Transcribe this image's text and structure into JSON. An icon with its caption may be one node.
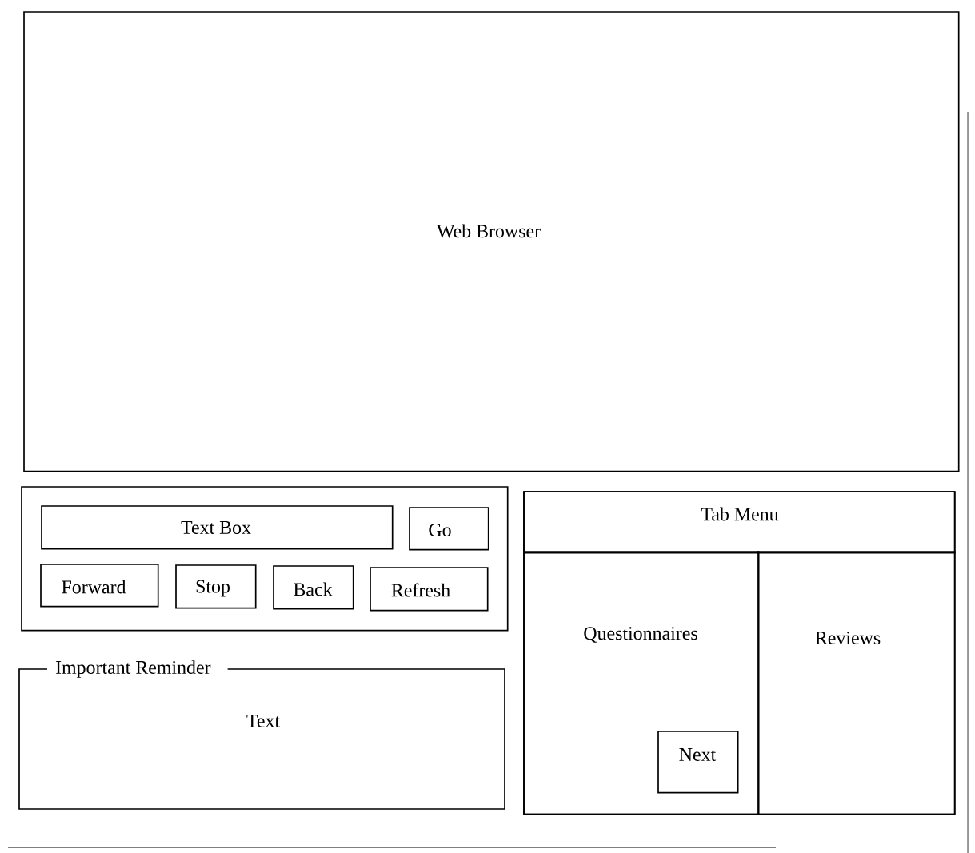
{
  "diagram": {
    "nodes": [
      {
        "text": [
          "Web Browser"
        ]
      },
      {
        "text": [],
        "shape": "box"
      },
      {
        "text": [
          "Text Box"
        ],
        "in": 1
      },
      {
        "text": [
          "Go"
        ],
        "in": 1
      },
      {
        "text": [
          "Forward"
        ],
        "in": 1
      },
      {
        "text": [
          "Stop"
        ],
        "in": 1
      },
      {
        "text": [
          "Back"
        ],
        "in": 1
      },
      {
        "text": [
          "Refresh"
        ],
        "in": 1
      },
      {
        "text": [
          "Important Reminder",
          "Text"
        ]
      },
      {
        "text": [],
        "shape": "box"
      },
      {
        "text": [
          "Tab Menu"
        ],
        "in": 9
      },
      {
        "text": [
          "Questionnaires"
        ],
        "in": 9
      },
      {
        "text": [
          "Next"
        ],
        "in": 11
      },
      {
        "text": [
          "Reviews"
        ],
        "in": 9
      }
    ]
  }
}
